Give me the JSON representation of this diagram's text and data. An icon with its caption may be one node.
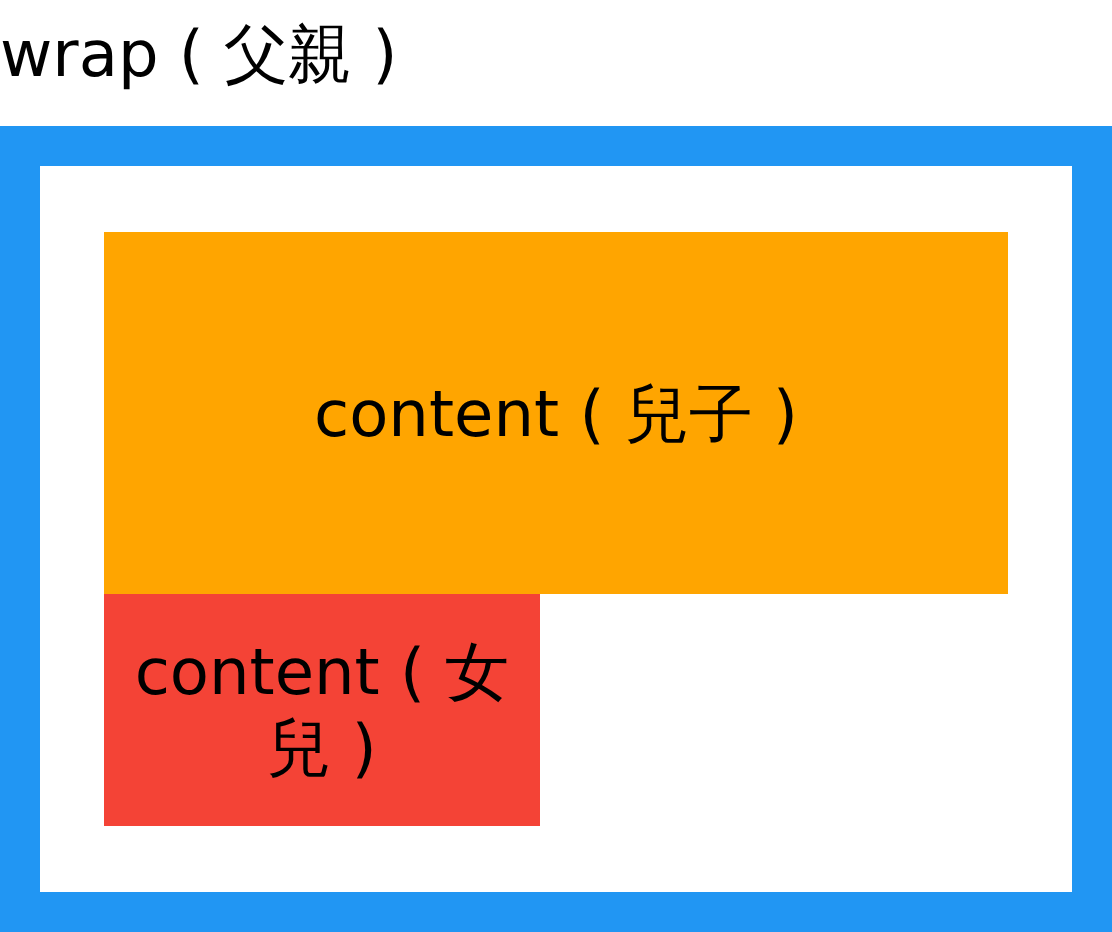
{
  "diagram": {
    "nodes": [
      {
        "text": [
          "wrap ( 父親 )"
        ]
      },
      {
        "text": [
          "content ( 兒子 )"
        ],
        "in": 0
      },
      {
        "text": [
          "content ( 女兒 )"
        ],
        "in": 0
      }
    ]
  }
}
